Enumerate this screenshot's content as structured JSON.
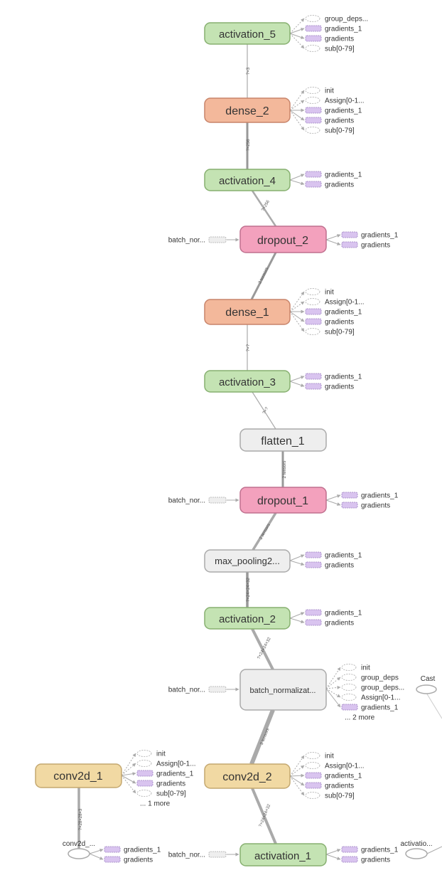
{
  "colors": {
    "activation": "#c4e3b3",
    "activation_border": "#87b070",
    "dense": "#f3b89b",
    "dense_border": "#c8846a",
    "dropout": "#f3a1bd",
    "dropout_border": "#c0708f",
    "conv": "#f1d9a3",
    "conv_border": "#c4a870",
    "gray": "#eeeeee",
    "gray_border": "#aaaaaa",
    "edge": "#aaaaaa",
    "purple": "#d9c4ef",
    "purple_border": "#9a7fc0"
  },
  "main_nodes": [
    {
      "id": "activation_5",
      "label": "activation_5",
      "kind": "activation"
    },
    {
      "id": "dense_2",
      "label": "dense_2",
      "kind": "dense"
    },
    {
      "id": "activation_4",
      "label": "activation_4",
      "kind": "activation"
    },
    {
      "id": "dropout_2",
      "label": "dropout_2",
      "kind": "dropout"
    },
    {
      "id": "dense_1",
      "label": "dense_1",
      "kind": "dense"
    },
    {
      "id": "activation_3",
      "label": "activation_3",
      "kind": "activation"
    },
    {
      "id": "flatten_1",
      "label": "flatten_1",
      "kind": "gray"
    },
    {
      "id": "dropout_1",
      "label": "dropout_1",
      "kind": "dropout"
    },
    {
      "id": "max_pooling",
      "label": "max_pooling2...",
      "kind": "gray"
    },
    {
      "id": "activation_2",
      "label": "activation_2",
      "kind": "activation"
    },
    {
      "id": "batch_norm",
      "label": "batch_normalizat...",
      "kind": "gray"
    },
    {
      "id": "conv2d_1",
      "label": "conv2d_1",
      "kind": "conv"
    },
    {
      "id": "conv2d_2",
      "label": "conv2d_2",
      "kind": "conv"
    },
    {
      "id": "activation_1",
      "label": "activation_1",
      "kind": "activation"
    }
  ],
  "side_outputs": {
    "activation_5": [
      "group_deps...",
      "gradients_1",
      "gradients",
      "sub[0-79]"
    ],
    "dense_2": [
      "init",
      "Assign[0-1...",
      "gradients_1",
      "gradients",
      "sub[0-79]"
    ],
    "activation_4": [
      "gradients_1",
      "gradients"
    ],
    "dropout_2": [
      "gradients_1",
      "gradients"
    ],
    "dense_1": [
      "init",
      "Assign[0-1...",
      "gradients_1",
      "gradients",
      "sub[0-79]"
    ],
    "activation_3": [
      "gradients_1",
      "gradients"
    ],
    "dropout_1": [
      "gradients_1",
      "gradients"
    ],
    "max_pooling": [
      "gradients_1",
      "gradients"
    ],
    "activation_2": [
      "gradients_1",
      "gradients"
    ],
    "batch_norm": [
      "init",
      "group_deps",
      "group_deps...",
      "Assign[0-1...",
      "gradients_1",
      "... 2 more"
    ],
    "conv2d_1": [
      "init",
      "Assign[0-1...",
      "gradients_1",
      "gradients",
      "sub[0-79]",
      "... 1 more"
    ],
    "conv2d_2": [
      "init",
      "Assign[0-1...",
      "gradients_1",
      "gradients",
      "sub[0-79]"
    ],
    "activation_1": [
      "gradients_1",
      "gradients"
    ],
    "conv2d_input": [
      "gradients_1",
      "gradients"
    ]
  },
  "side_inputs": {
    "dropout_2": "batch_nor...",
    "dropout_1": "batch_nor...",
    "batch_norm": "batch_nor...",
    "activation_1": "batch_nor..."
  },
  "edge_labels": {
    "e1": "?×3",
    "e2": "?×256",
    "e3": "?×256",
    "e4": "2 tensors",
    "e5": "?×?",
    "e6": "?×?",
    "e7": "2 tensors",
    "e8": "2 tensors",
    "e9": "?×24×24×32",
    "e10": "?×24×24×32",
    "e11": "3 tensors",
    "e12": "?×24×24×32",
    "e13": "?×28×28×3"
  },
  "extra_labels": {
    "cast": "Cast",
    "conv2d_input": "conv2d_...",
    "activation_cut": "activatio..."
  }
}
